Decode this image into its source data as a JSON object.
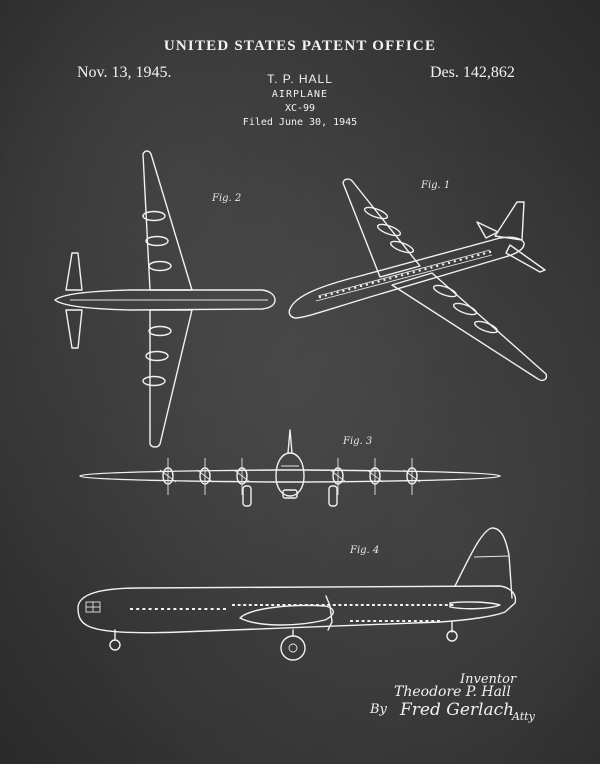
{
  "header": {
    "office": "UNITED STATES PATENT OFFICE",
    "date": "Nov. 13, 1945.",
    "design_number": "Des. 142,862",
    "inventor_name": "T. P. HALL",
    "subject": "AIRPLANE",
    "model": "XC-99",
    "filed": "Filed June 30, 1945"
  },
  "figures": {
    "fig1": "Fig. 1",
    "fig2": "Fig. 2",
    "fig3": "Fig. 3",
    "fig4": "Fig. 4"
  },
  "signatures": {
    "inventor_label": "Inventor",
    "inventor": "Theodore P. Hall",
    "by": "By",
    "attorney": "Fred Gerlach",
    "attorney_abbrev": "Atty"
  },
  "colors": {
    "background": "#383838",
    "ink": "#f1f1f1"
  }
}
